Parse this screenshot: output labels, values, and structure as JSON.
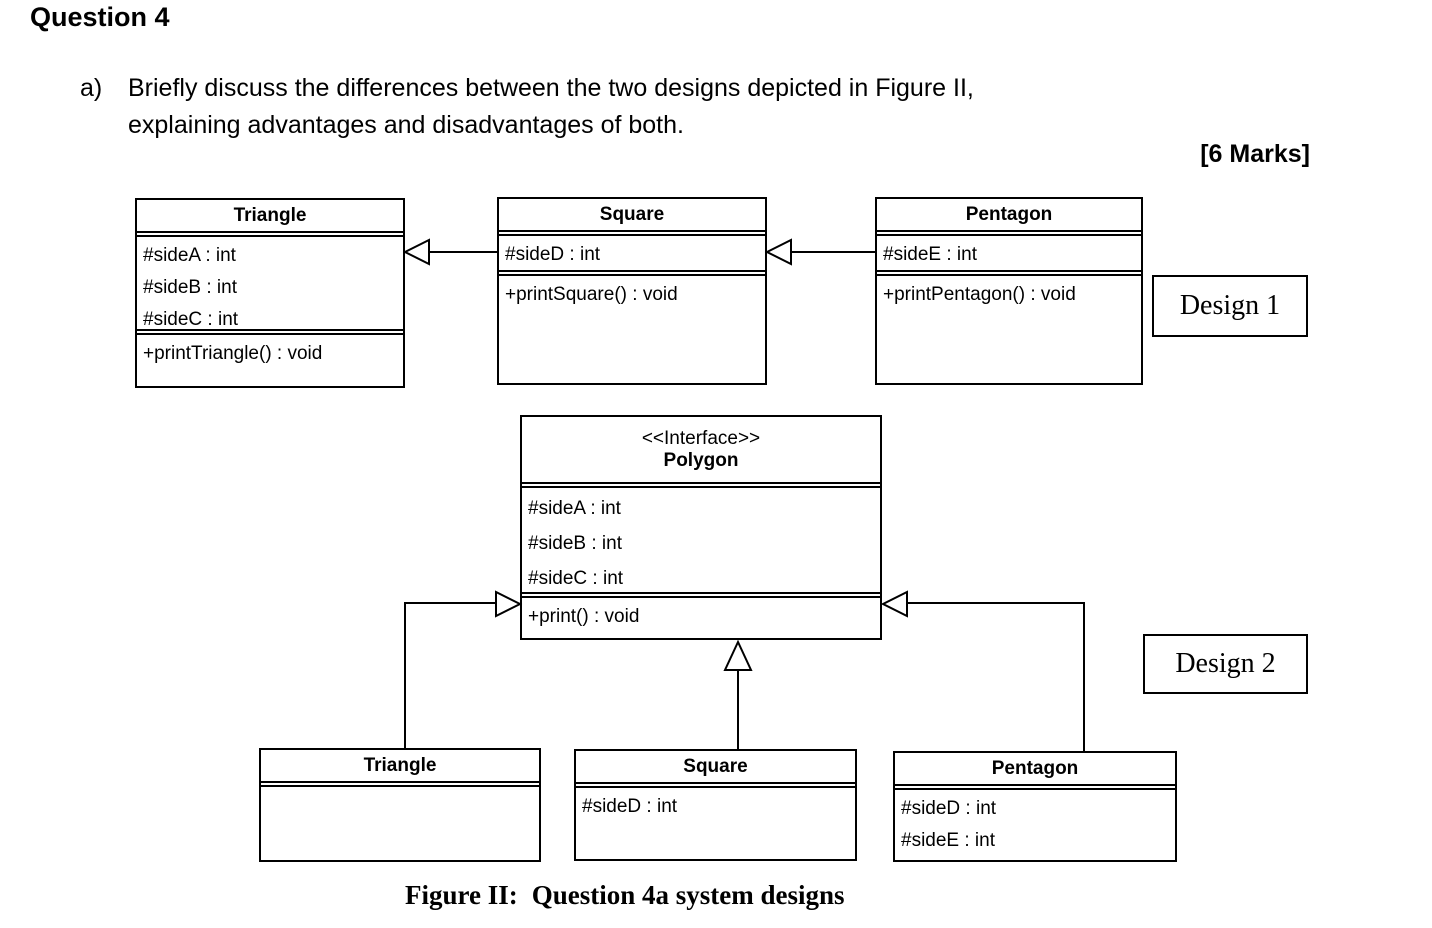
{
  "page": {
    "heading": "Question 4",
    "question_letter": "a)",
    "question_line1": "Briefly discuss the differences between the two designs depicted in Figure II,",
    "question_line2": "explaining advantages and disadvantages of both.",
    "marks": "[6 Marks]",
    "caption_prefix": "Figure II:",
    "caption_text": "Question 4a system designs"
  },
  "design1": {
    "label": "Design 1",
    "classes": [
      {
        "name": "Triangle",
        "attributes": [
          "#sideA : int",
          "#sideB : int",
          "#sideC : int"
        ],
        "operations": [
          "+printTriangle() : void"
        ]
      },
      {
        "name": "Square",
        "attributes": [
          "#sideD : int"
        ],
        "operations": [
          "+printSquare() : void"
        ]
      },
      {
        "name": "Pentagon",
        "attributes": [
          "#sideE : int"
        ],
        "operations": [
          "+printPentagon() : void"
        ]
      }
    ]
  },
  "design2": {
    "label": "Design 2",
    "interface": {
      "stereotype": "<<Interface>>",
      "name": "Polygon",
      "attributes": [
        "#sideA : int",
        "#sideB : int",
        "#sideC : int"
      ],
      "operations": [
        "+print() : void"
      ]
    },
    "classes": [
      {
        "name": "Triangle",
        "attributes": []
      },
      {
        "name": "Square",
        "attributes": [
          "#sideD : int"
        ]
      },
      {
        "name": "Pentagon",
        "attributes": [
          "#sideD : int",
          "#sideE : int"
        ]
      }
    ]
  },
  "colors": {
    "ink": "#000000",
    "paper": "#ffffff"
  }
}
